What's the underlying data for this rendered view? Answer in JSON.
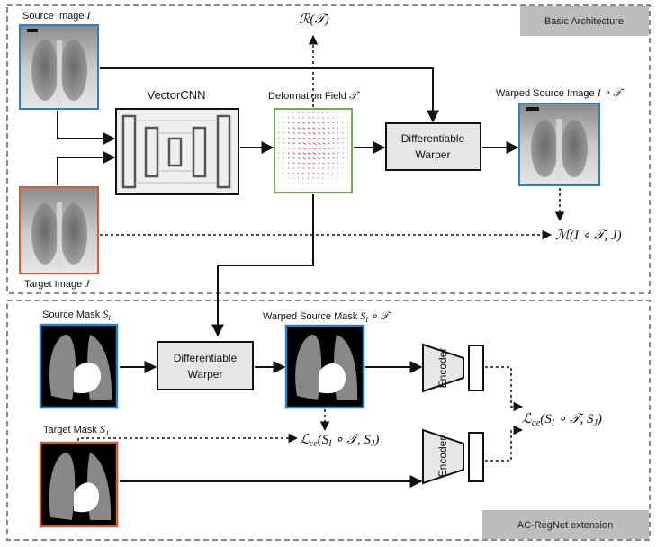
{
  "regions": {
    "basic": "Basic Architecture",
    "extension": "AC-RegNet extension"
  },
  "labels": {
    "source_image": "Source Image I",
    "target_image": "Target Image J",
    "vectorcnn": "VectorCNN",
    "deformation_field": "Deformation Field 𝒯",
    "warped_source_image": "Warped Source Image I ∘ 𝒯",
    "source_mask": "Source Mask S_I",
    "target_mask": "Target Mask S_J",
    "warped_source_mask": "Warped Source Mask S_I ∘ 𝒯"
  },
  "boxes": {
    "warper_top_line1": "Differentiable",
    "warper_top_line2": "Warper",
    "warper_bottom_line1": "Differentiable",
    "warper_bottom_line2": "Warper",
    "encoder_top": "Encoder",
    "encoder_bottom": "Encoder"
  },
  "math": {
    "regularizer": "ℛ(𝒯)",
    "similarity": "ℳ(I ∘ 𝒯, J)",
    "loss_ce": "ℒce(SI ∘ 𝒯, SJ)",
    "loss_ae": "ℒae(SI ∘ 𝒯, SJ)"
  },
  "colors": {
    "source_border": "#2f7fc1",
    "target_border": "#e0572b",
    "field_border": "#6ab04c",
    "region_tag_bg": "#bdbdbd",
    "box_fill": "#e6e6e6",
    "cnn_fill": "#eeeeee"
  }
}
